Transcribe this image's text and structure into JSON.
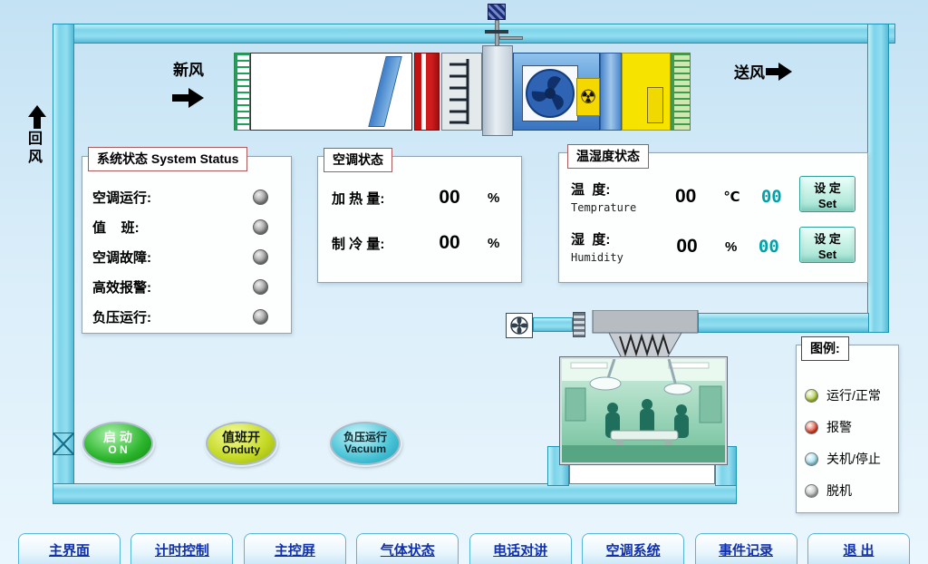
{
  "flow": {
    "fresh_air": "新风",
    "supply_air": "送风",
    "return_air": "回风"
  },
  "panels": {
    "system_status": {
      "title": "系统状态 System Status",
      "rows": [
        {
          "label": "空调运行:"
        },
        {
          "label": "值    班:"
        },
        {
          "label": "空调故障:"
        },
        {
          "label": "高效报警:"
        },
        {
          "label": "负压运行:"
        }
      ]
    },
    "ac_status": {
      "title": "空调状态",
      "rows": [
        {
          "label": "加 热 量:",
          "value": "00",
          "unit": "%"
        },
        {
          "label": "制 冷 量:",
          "value": "00",
          "unit": "%"
        }
      ]
    },
    "temp_humidity": {
      "title": "温湿度状态",
      "rows": [
        {
          "label": "温  度:",
          "sublabel": "Temprature",
          "value": "00",
          "unit": "℃",
          "setpoint": "00",
          "set_cn": "设 定",
          "set_en": "Set"
        },
        {
          "label": "湿  度:",
          "sublabel": "Humidity",
          "value": "00",
          "unit": "%",
          "setpoint": "00",
          "set_cn": "设 定",
          "set_en": "Set"
        }
      ]
    },
    "legend": {
      "title": "图例:",
      "items": [
        {
          "label": "运行/正常",
          "color": "#a6c828"
        },
        {
          "label": "报警",
          "color": "#e23418"
        },
        {
          "label": "关机/停止",
          "color": "#8ed9ea"
        },
        {
          "label": "脱机",
          "color": "#b4b4b4"
        }
      ]
    }
  },
  "buttons": {
    "start": {
      "cn": "启 动",
      "en": "O N"
    },
    "duty": {
      "cn": "值班开",
      "en": "Onduty"
    },
    "vacuum": {
      "cn": "负压运行",
      "en": "Vacuum"
    }
  },
  "icons": {
    "radiation": "☢"
  },
  "nav": [
    {
      "label": "主界面"
    },
    {
      "label": "计时控制"
    },
    {
      "label": "主控屏"
    },
    {
      "label": "气体状态"
    },
    {
      "label": "电话对讲"
    },
    {
      "label": "空调系统"
    },
    {
      "label": "事件记录"
    },
    {
      "label": "退 出"
    }
  ]
}
